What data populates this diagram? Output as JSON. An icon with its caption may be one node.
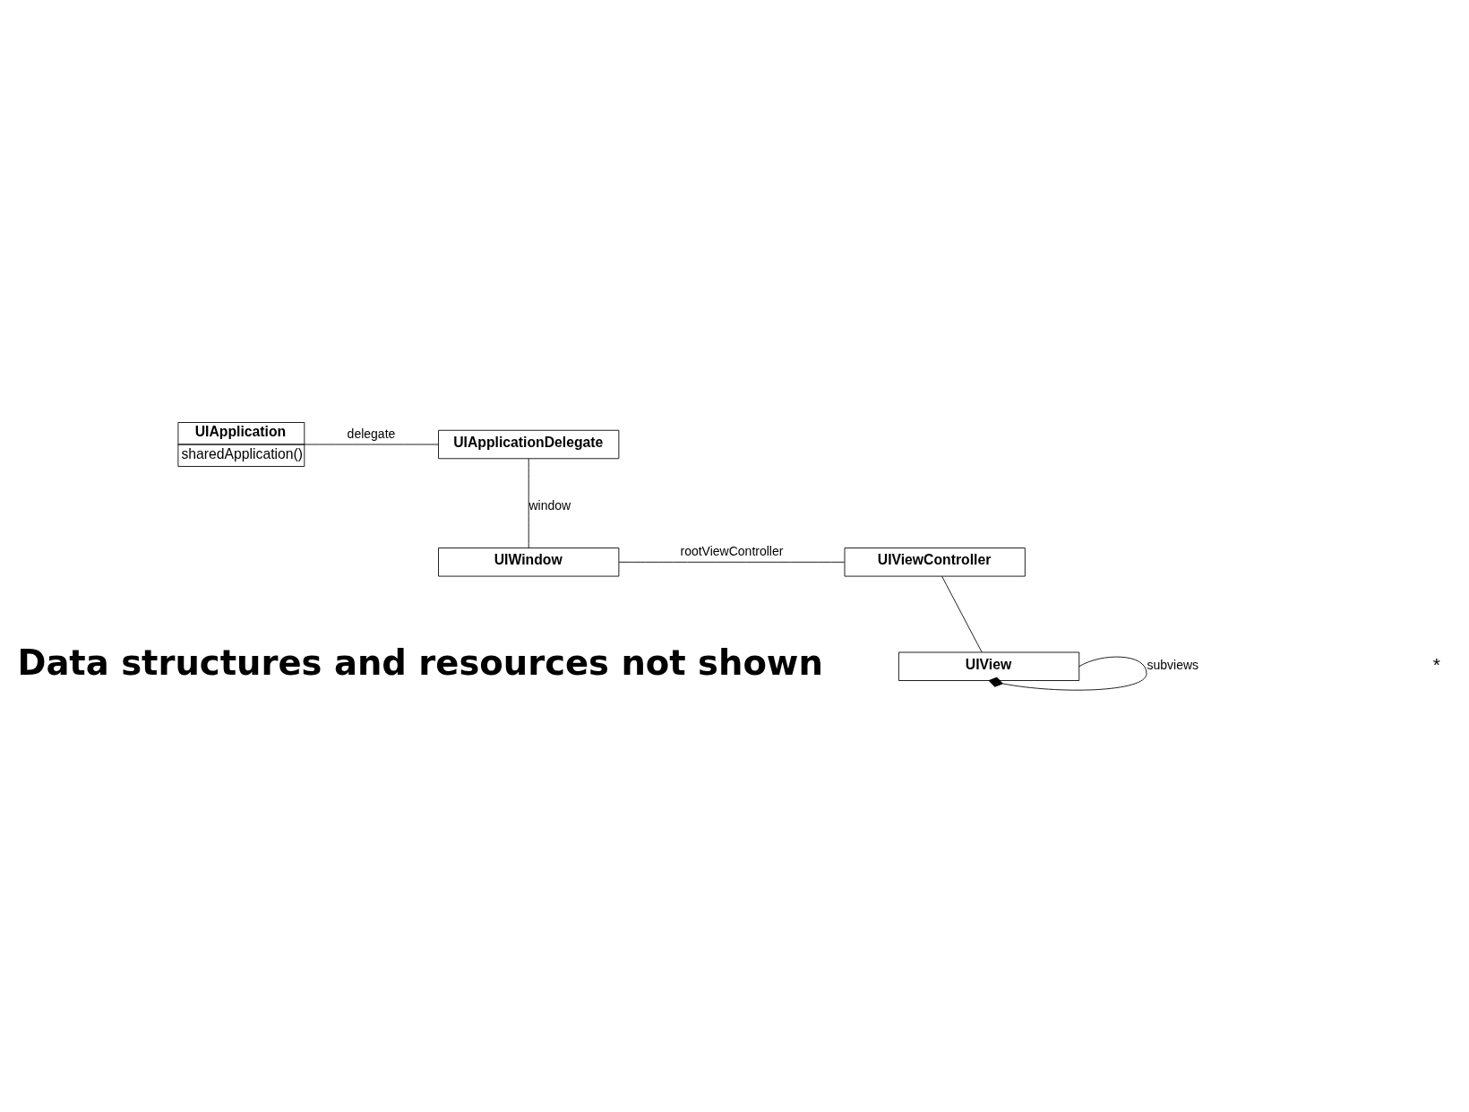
{
  "diagram": {
    "nodes": [
      {
        "text": [
          "UIApplication",
          "sharedApplication()"
        ]
      },
      {
        "text": [
          "UIApplicationDelegate"
        ]
      },
      {
        "text": [
          "UIViewController"
        ]
      },
      {
        "text": [
          "UIWindow"
        ]
      },
      {
        "text": [
          "UIView"
        ]
      }
    ],
    "edges": [
      {
        "from": 0,
        "to": 1,
        "arrow": "none",
        "label": "delegate"
      },
      {
        "from": 1,
        "to": 3,
        "arrow": "none",
        "label": "window"
      },
      {
        "from": 3,
        "to": 2,
        "arrow": "none",
        "label": "rootViewController"
      },
      {
        "from": 2,
        "to": 4,
        "arrow": "none"
      },
      {
        "from": 4,
        "to": 4,
        "arrow": "other",
        "label": "subviews"
      }
    ],
    "labels": [
      "*",
      "Data structures and resources not shown"
    ]
  }
}
